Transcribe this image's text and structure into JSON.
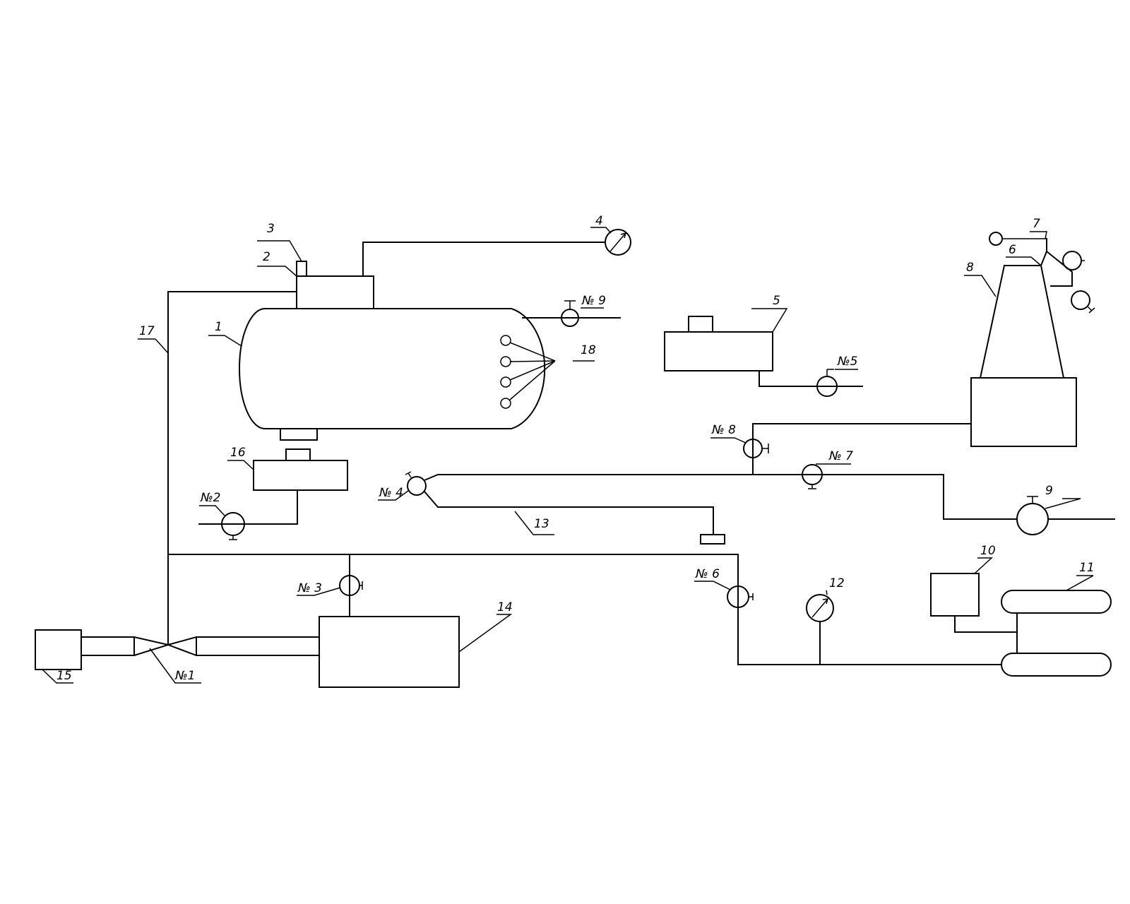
{
  "labels": {
    "n1": "1",
    "n2": "2",
    "n3": "3",
    "n4": "4",
    "n5": "5",
    "n6": "6",
    "n7": "7",
    "n8": "8",
    "n9": "9",
    "n10": "10",
    "n11": "11",
    "n12": "12",
    "n13": "13",
    "n14": "14",
    "n15": "15",
    "n16": "16",
    "n17": "17",
    "n18": "18"
  },
  "valves": {
    "v1": "№1",
    "v2": "№2",
    "v3": "№ 3",
    "v4": "№ 4",
    "v5": "№5",
    "v6": "№ 6",
    "v7": "№ 7",
    "v8": "№ 8",
    "v9": "№ 9"
  },
  "colors": {
    "line": "#000000",
    "background": "#ffffff"
  }
}
